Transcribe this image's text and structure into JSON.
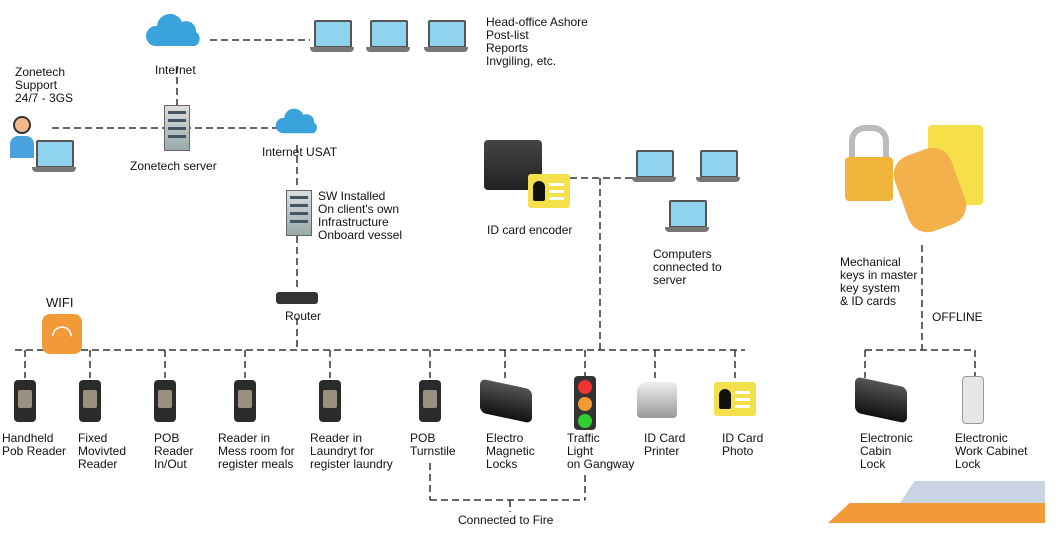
{
  "nodes": {
    "internet": "Internet",
    "head_office": "Head-office Ashore\nPost-list\nReports\nInvgiling, etc.",
    "support": "Zonetech\nSupport\n24/7 - 3GS",
    "server": "Zonetech server",
    "internet_usat": "Internet USAT",
    "sw_installed": "SW Installed\nOn client's own\nInfrastructure\nOnboard vessel",
    "router": "Router",
    "wifi": "WIFI",
    "id_encoder": "ID card encoder",
    "computers": "Computers\nconnected to\nserver",
    "mech_keys": "Mechanical\nkeys in master\nkey system\n& ID cards",
    "offline": "OFFLINE",
    "fire": "Connected to Fire"
  },
  "devices": [
    "Handheld\nPob Reader",
    "Fixed\nMovivted\nReader",
    "POB\nReader\nIn/Out",
    "Reader in\nMess room for\nregister meals",
    "Reader in\nLaundryt for\nregister laundry",
    "POB\nTurnstile",
    "Electro\nMagnetic\nLocks",
    "Traffic\nLight\non Gangway",
    "ID Card\nPrinter",
    "ID Card\nPhoto"
  ],
  "offline_devices": [
    "Electronic\nCabin\nLock",
    "Electronic\nWork Cabinet\nLock"
  ],
  "colors": {
    "accent": "#f29a38",
    "cloud": "#3ba3dc",
    "stripe": "#c9d3e3"
  }
}
